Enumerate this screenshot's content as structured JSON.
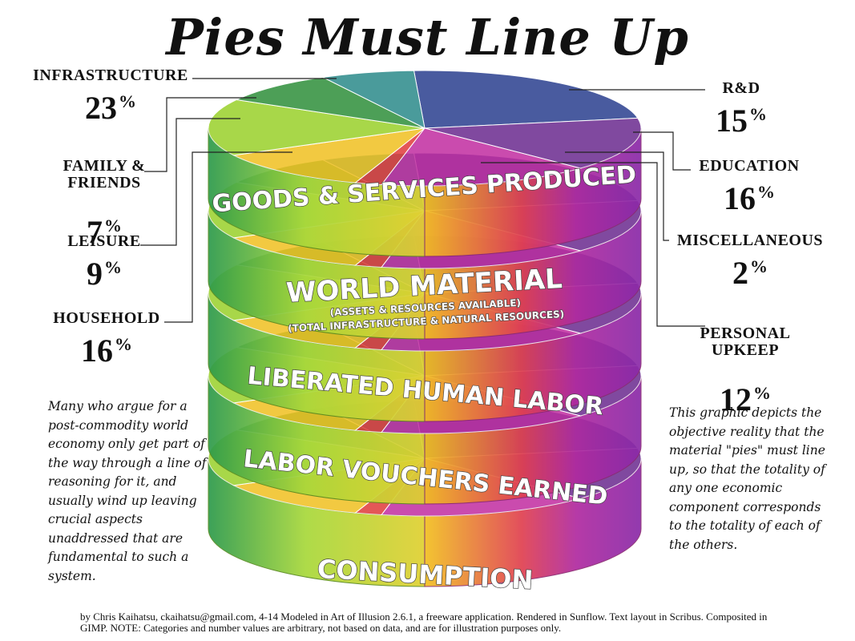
{
  "title": "Pies Must Line Up",
  "categories_left": [
    {
      "name": "INFRASTRUCTURE",
      "pct": "23",
      "color": "#2a3f8f"
    },
    {
      "name": "FAMILY &\nFRIENDS",
      "pct": "7",
      "color": "#2b8a8a"
    },
    {
      "name": "LEISURE",
      "pct": "9",
      "color": "#2e8f3a"
    },
    {
      "name": "HOUSEHOLD",
      "pct": "16",
      "color": "#9ad12a"
    }
  ],
  "categories_right": [
    {
      "name": "R&D",
      "pct": "15",
      "color": "#6a2a8f"
    },
    {
      "name": "EDUCATION",
      "pct": "16",
      "color": "#c12ca0"
    },
    {
      "name": "MISCELLANEOUS",
      "pct": "2",
      "color": "#e03a3a"
    },
    {
      "name": "PERSONAL\nUPKEEP",
      "pct": "12",
      "color": "#f0c020"
    }
  ],
  "percent_sign": "%",
  "layers": [
    {
      "label": "GOODS & SERVICES PRODUCED",
      "sub": []
    },
    {
      "label": "WORLD MATERIAL",
      "sub": [
        "(ASSETS & RESOURCES AVAILABLE)",
        "(TOTAL INFRASTRUCTURE & NATURAL RESOURCES)"
      ]
    },
    {
      "label": "LIBERATED HUMAN LABOR",
      "sub": []
    },
    {
      "label": "LABOR VOUCHERS EARNED",
      "sub": []
    },
    {
      "label": "CONSUMPTION",
      "sub": []
    }
  ],
  "note_left": "Many who argue for a post-commodity world economy only get part of the way through a line of reasoning for it, and usually wind up leaving crucial aspects unaddressed that are fundamental to such a system.",
  "note_right": "This graphic depicts the objective reality that the material \"pies\" must line up, so that the totality of any one economic component corresponds to the totality of each of the others.",
  "footer": "by Chris Kaihatsu, ckaihatsu@gmail.com, 4-14  Modeled in Art of Illusion 2.6.1, a freeware application. Rendered in Sunflow. Text layout in Scribus. Composited in GIMP. NOTE: Categories and number values are arbitrary, not based on data, and are for illustration purposes only."
}
